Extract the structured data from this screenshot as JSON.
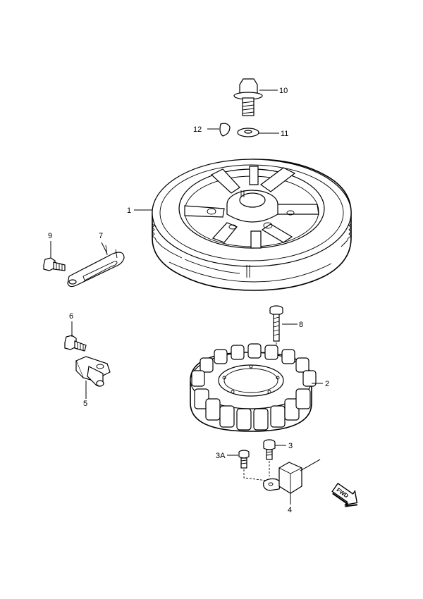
{
  "callouts": {
    "c1": "1",
    "c2": "2",
    "c3": "3",
    "c3a": "3A",
    "c4": "4",
    "c5": "5",
    "c6": "6",
    "c7": "7",
    "c8": "8",
    "c9": "9",
    "c10": "10",
    "c11": "11",
    "c12": "12"
  },
  "fwd_label": "FWD"
}
